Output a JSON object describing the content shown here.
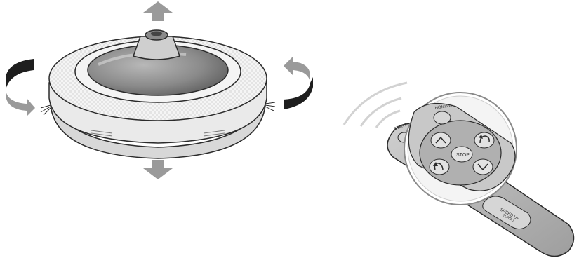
{
  "colors": {
    "outline": "#2b2b2b",
    "arrow_gray": "#9a9a9a",
    "arrow_dark": "#1e1e1e",
    "robot_shell": "#f2f2f2",
    "robot_glass": "#7d7d7d",
    "remote_body": "#bdbdbd",
    "remote_button": "#d6d6d6",
    "signal_wave": "#d2d2d2"
  },
  "icons": {
    "forward": "arrow-up-icon",
    "backward": "arrow-down-icon",
    "rotate_left": "curved-arrow-icon",
    "rotate_right": "curved-arrow-icon",
    "signal": "signal-waves-icon"
  },
  "remote": {
    "start_label": "START",
    "homing_label": "HOMING",
    "stop_label": "STOP",
    "bottom_label": "SPEED UP",
    "bottom_sub": "TURBO"
  }
}
